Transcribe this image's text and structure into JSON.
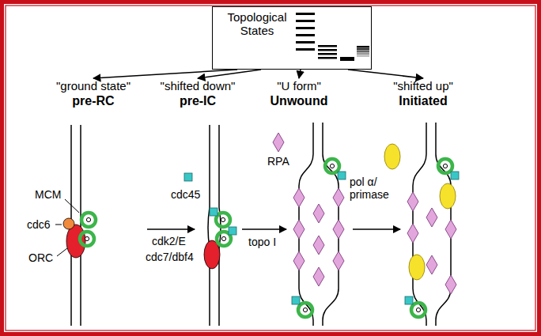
{
  "diagram": {
    "nodes": [
      {
        "text": [
          "Topological States"
        ]
      },
      {
        "text": [
          "\"ground state\"",
          "pre-RC"
        ]
      },
      {
        "text": [
          "\"shifted down\"",
          "pre-IC"
        ]
      },
      {
        "text": [
          "\"U form\"",
          "Unwound"
        ]
      },
      {
        "text": [
          "\"shifted up\"",
          "Initiated"
        ]
      }
    ],
    "edges": [
      {
        "from": 0,
        "to": 1,
        "arrow": "to"
      },
      {
        "from": 0,
        "to": 2,
        "arrow": "to"
      },
      {
        "from": 0,
        "to": 3,
        "arrow": "to"
      },
      {
        "from": 0,
        "to": 4,
        "arrow": "to"
      }
    ],
    "labels": [
      "MCM",
      "cdc6",
      "ORC",
      "cdc45",
      "cdk2/E",
      "cdc7/dbf4",
      "RPA",
      "topo I",
      "pol α/ primase"
    ]
  }
}
